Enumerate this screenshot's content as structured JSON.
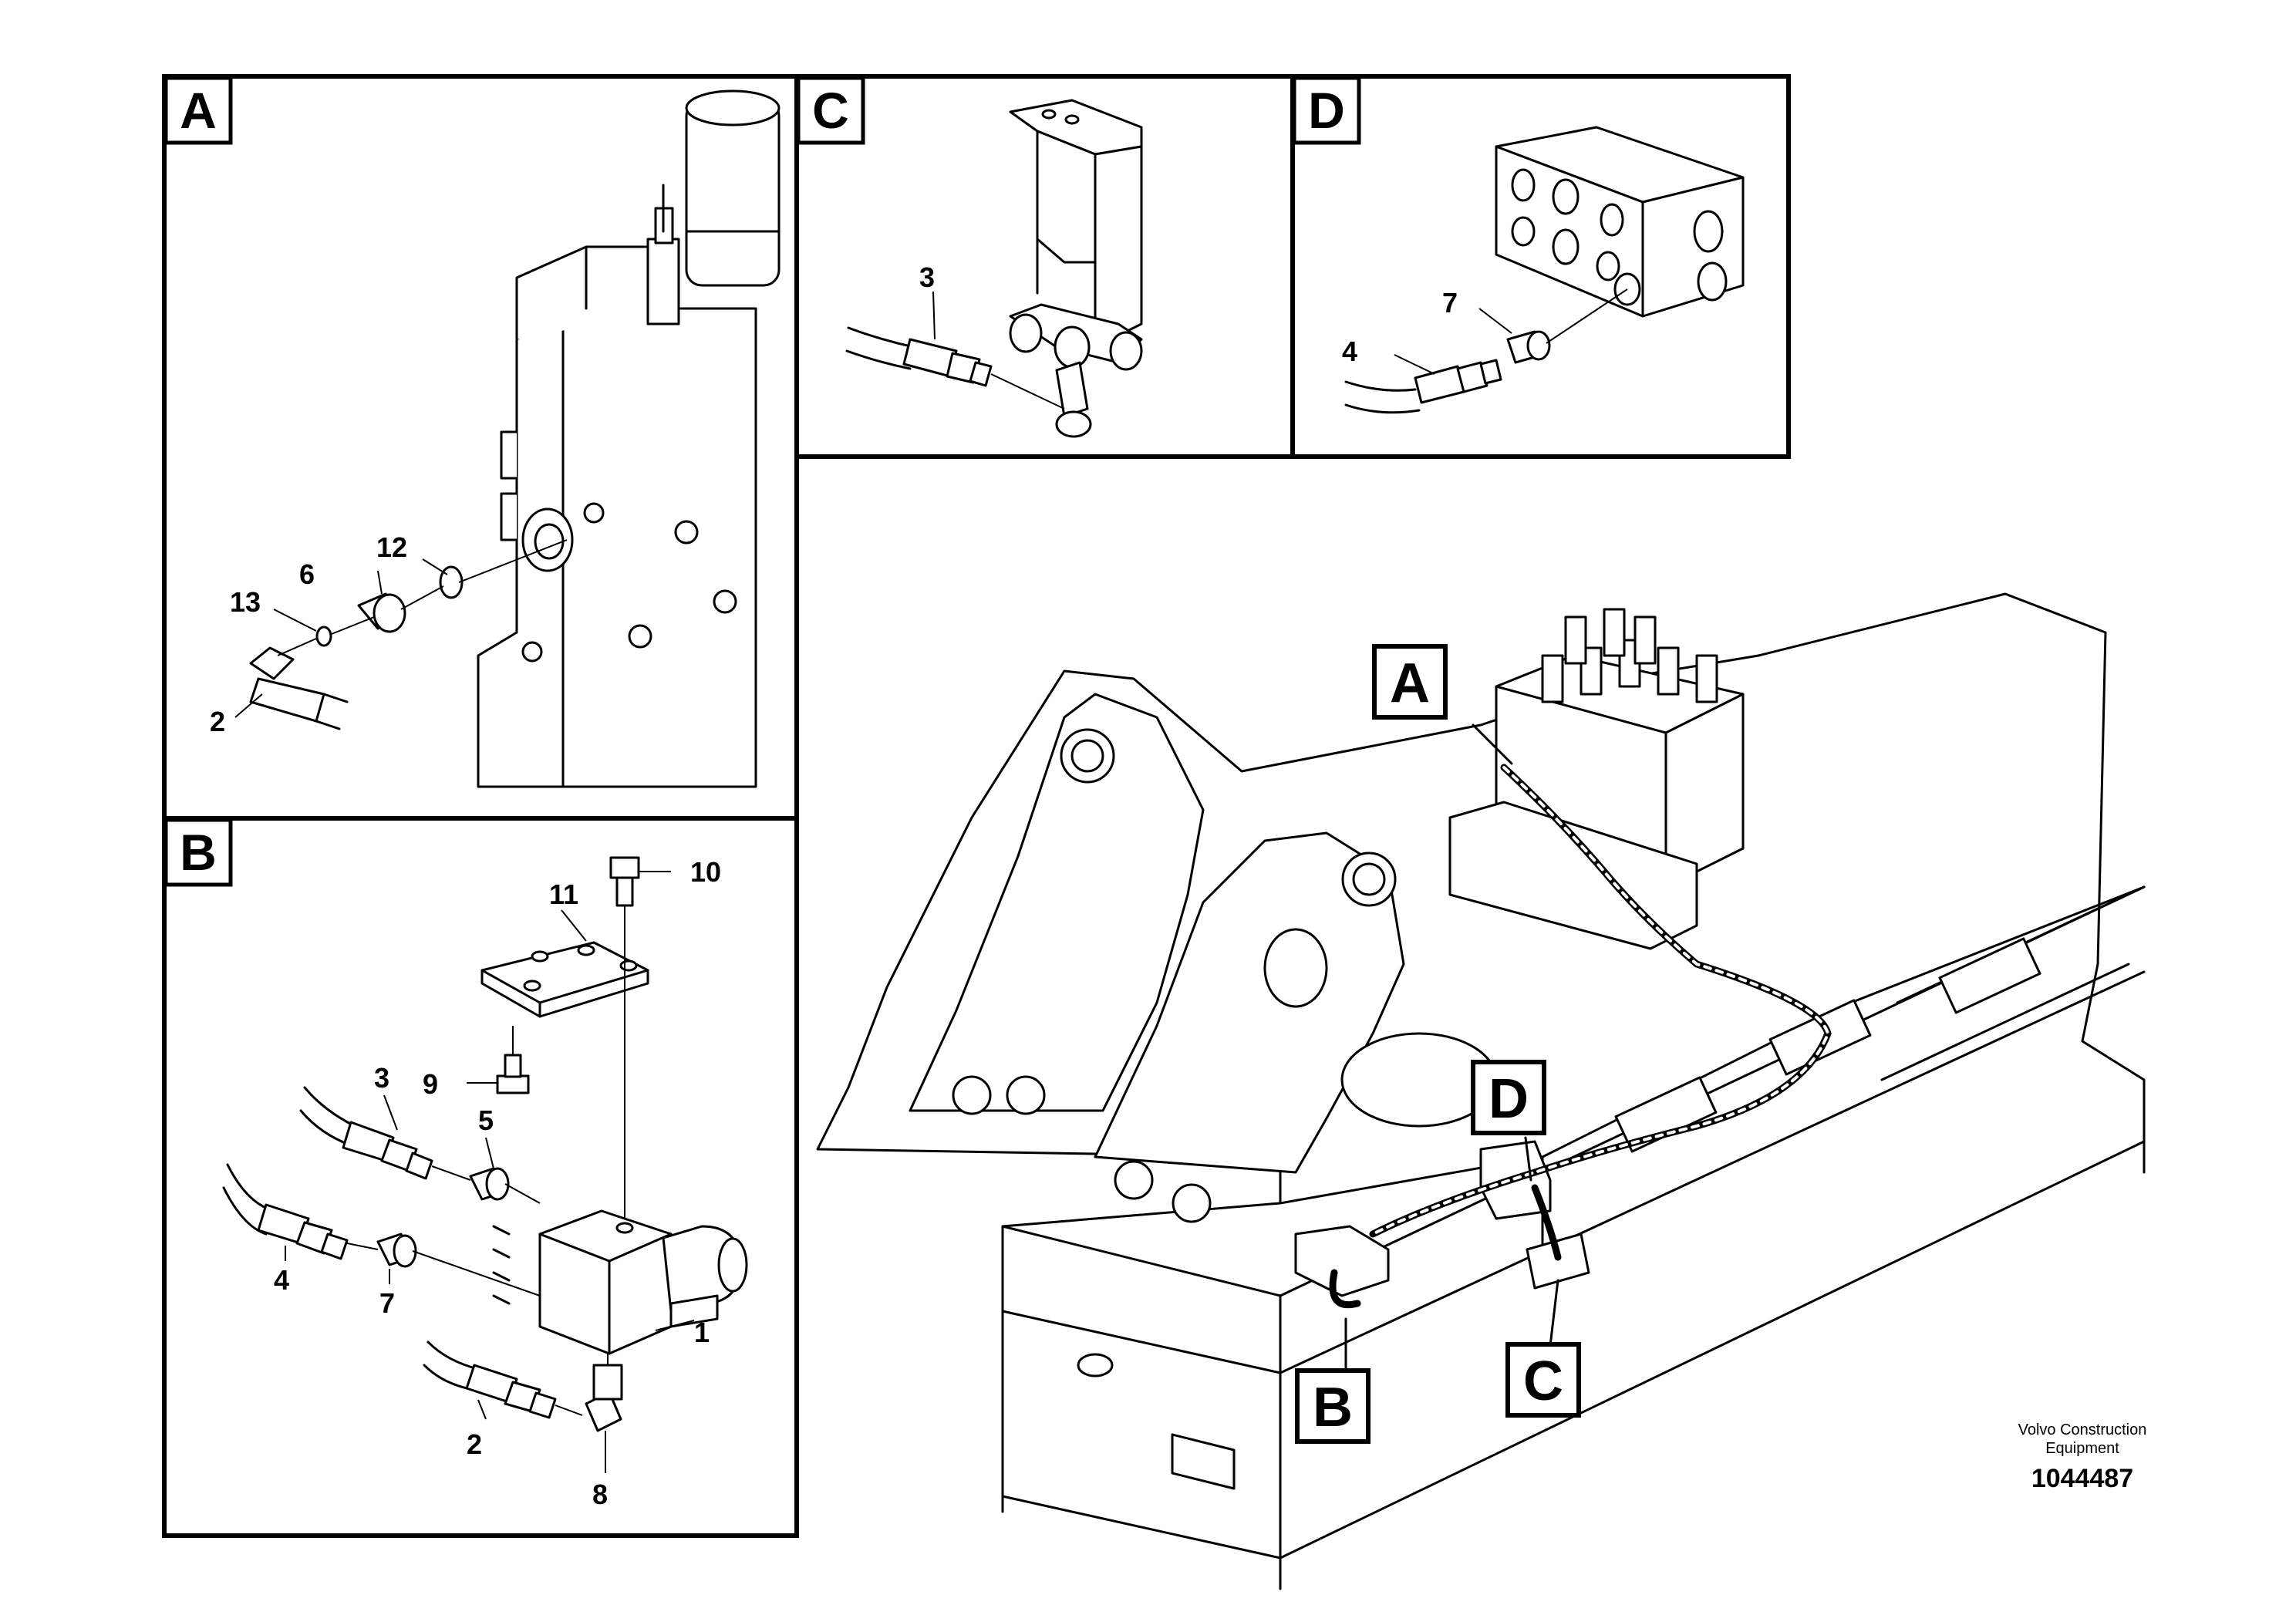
{
  "panels": {
    "A": {
      "title": "A",
      "labels": [
        "12",
        "6",
        "13",
        "2"
      ]
    },
    "B": {
      "title": "B",
      "labels": [
        "11",
        "10",
        "9",
        "3",
        "5",
        "4",
        "7",
        "1",
        "2",
        "8"
      ]
    },
    "C": {
      "title": "C",
      "labels": [
        "3"
      ]
    },
    "D": {
      "title": "D",
      "labels": [
        "7",
        "4"
      ]
    }
  },
  "overview_callouts": [
    "A",
    "D",
    "B",
    "C"
  ],
  "footer": {
    "brand_line1": "Volvo Construction",
    "brand_line2": "Equipment",
    "doc_number": "1044487"
  }
}
